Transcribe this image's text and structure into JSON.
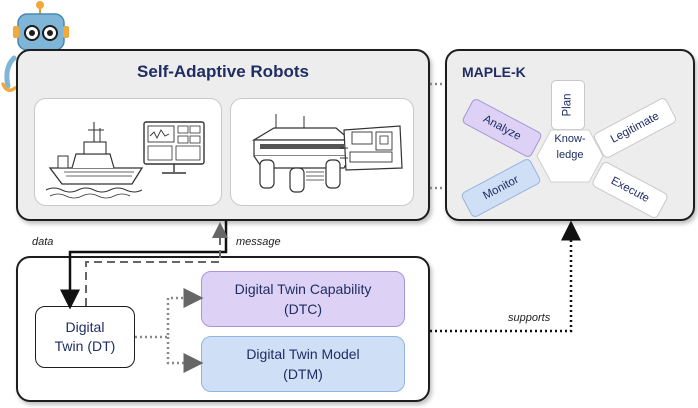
{
  "top_panel": {
    "title": "Self-Adaptive Robots"
  },
  "maple_panel": {
    "title": "MAPLE-K",
    "center": [
      "Know-",
      "ledge"
    ],
    "steps": {
      "plan": "Plan",
      "analyze": "Analyze",
      "legitimate": "Legitimate",
      "monitor": "Monitor",
      "execute": "Execute"
    }
  },
  "bottom_panel": {
    "dt": [
      "Digital",
      "Twin (DT)"
    ],
    "dtc": [
      "Digital Twin Capability",
      "(DTC)"
    ],
    "dtm": [
      "Digital Twin Model",
      "(DTM)"
    ]
  },
  "edges": {
    "data": "data",
    "message": "message",
    "supports": "supports"
  },
  "colors": {
    "navy": "#1f2d63",
    "purple_fill": "#ddd2f6",
    "blue_fill": "#cfe0f6",
    "panel_fill": "#ededed"
  },
  "icons": [
    "robot-mascot-icon",
    "boat-icon",
    "monitor-dashboard-icon",
    "mobile-robot-icon",
    "robot-arm-icon"
  ]
}
